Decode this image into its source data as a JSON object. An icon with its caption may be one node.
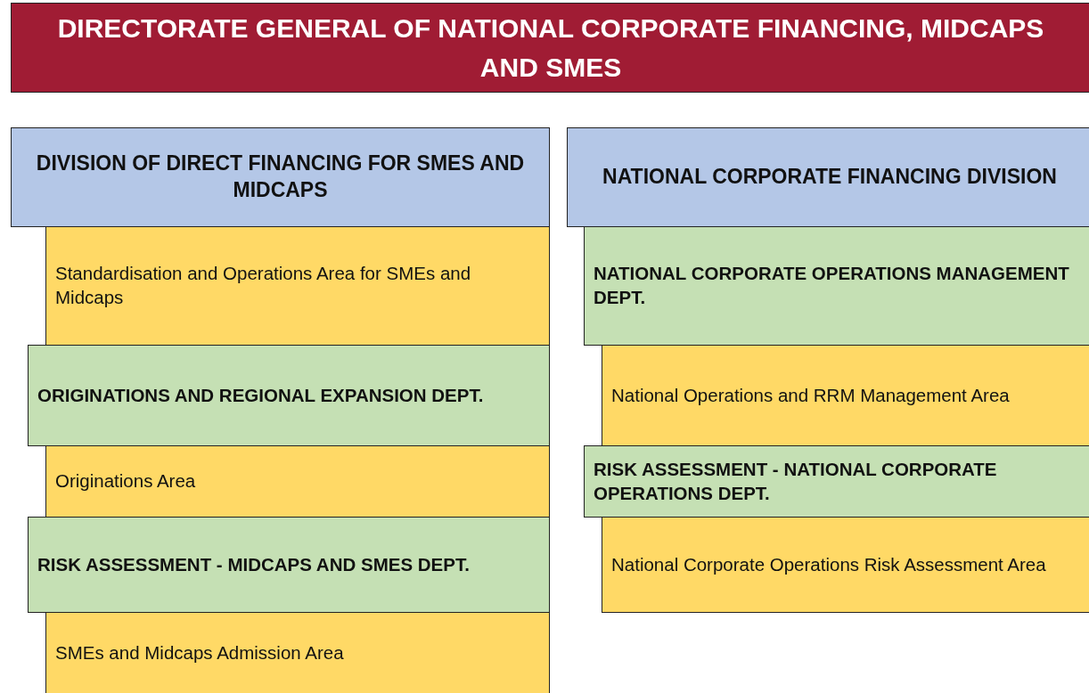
{
  "diagram": {
    "nodes": [
      {
        "text": [
          "DIRECTORATE GENERAL OF NATIONAL CORPORATE FINANCING, MIDCAPS AND SMES"
        ]
      },
      {
        "text": [
          "DIVISION OF DIRECT FINANCING FOR SMES AND MIDCAPS"
        ]
      },
      {
        "text": [
          "Standardisation and Operations Area for SMEs and Midcaps"
        ]
      },
      {
        "text": [
          "ORIGINATIONS AND REGIONAL EXPANSION DEPT."
        ]
      },
      {
        "text": [
          "Originations Area"
        ]
      },
      {
        "text": [
          "RISK ASSESSMENT - MIDCAPS AND SMES DEPT."
        ]
      },
      {
        "text": [
          "SMEs and Midcaps Admission Area"
        ]
      },
      {
        "text": [
          "NATIONAL CORPORATE FINANCING DIVISION"
        ]
      },
      {
        "text": [
          "NATIONAL CORPORATE OPERATIONS MANAGEMENT DEPT."
        ]
      },
      {
        "text": [
          "National Operations and RRM Management Area"
        ]
      },
      {
        "text": [
          "RISK ASSESSMENT - NATIONAL CORPORATE OPERATIONS DEPT."
        ]
      },
      {
        "text": [
          "National Corporate Operations Risk Assessment Area"
        ]
      }
    ]
  }
}
